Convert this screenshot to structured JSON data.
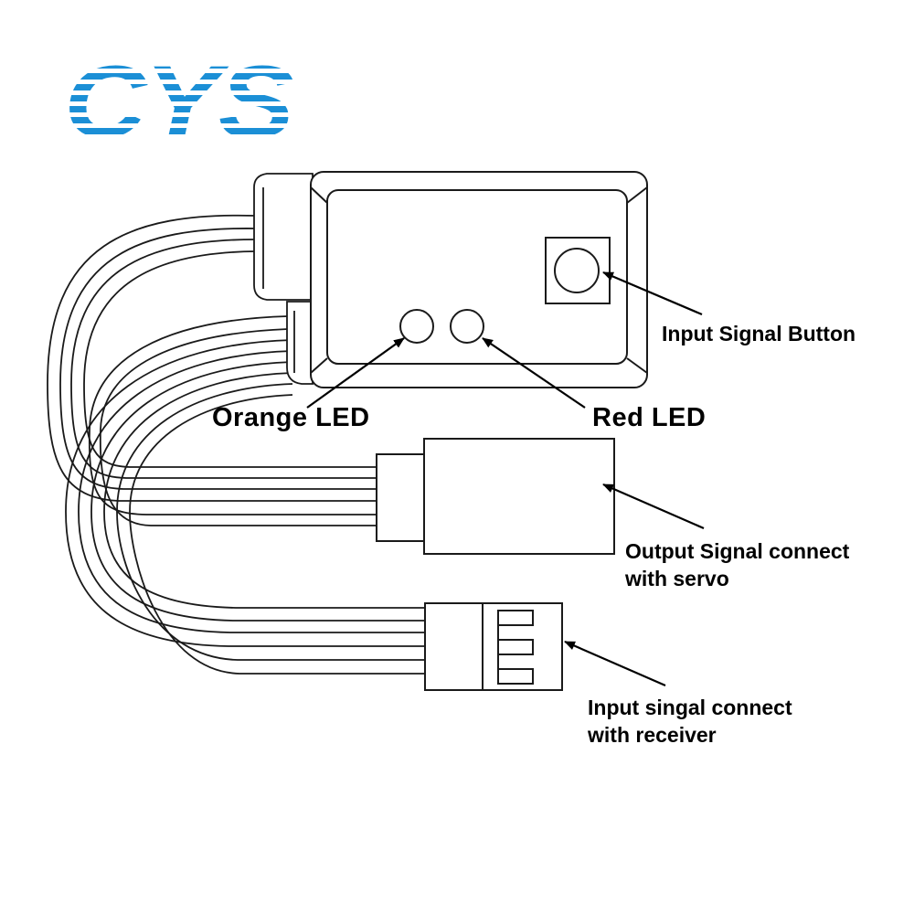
{
  "logo": {
    "text": "CYS",
    "color": "#1B8FD6"
  },
  "colors": {
    "line": "#1a1a1a",
    "background": "#ffffff"
  },
  "labels": {
    "input_signal_button": "Input Signal Button",
    "orange_led": "Orange LED",
    "red_led": "Red LED",
    "output_signal_line1": "Output Signal connect",
    "output_signal_line2": "with servo",
    "input_connect_line1": "Input singal connect",
    "input_connect_line2": "with receiver"
  }
}
